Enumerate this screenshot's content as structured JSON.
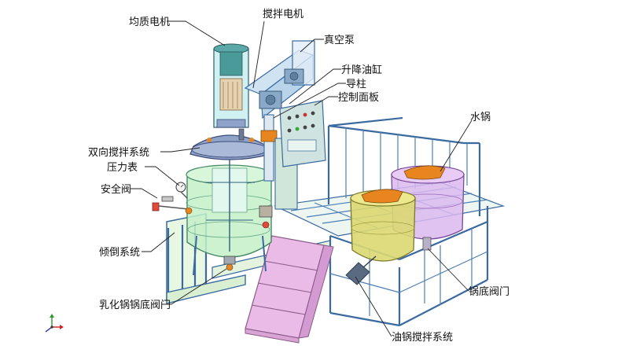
{
  "labels": {
    "homogenizer_motor": "均质电机",
    "stirring_motor": "搅拌电机",
    "vacuum_pump": "真空泵",
    "lift_cylinder": "升降油缸",
    "guide_column": "导柱",
    "control_panel": "控制面板",
    "water_pot": "水锅",
    "bidirectional_stirring": "双向搅拌系统",
    "pressure_gauge": "压力表",
    "safety_valve": "安全阀",
    "tilting_system": "倾倒系统",
    "emulsifying_pot_bottom_valve": "乳化锅锅底阀门",
    "oil_pot_stirring": "油锅搅拌系统",
    "pot_bottom_valve": "锅底阀门"
  },
  "colors": {
    "frame": "#3a6aa0",
    "vessel_green": "#b8eec0",
    "stairs_pink": "#e9b6e6",
    "oil_pot_yellow": "#d9d770",
    "water_pot_purple": "#d7b6ee",
    "orange_part": "#e8851e",
    "motor_teal": "#4a9a9a"
  },
  "axis_icon": "xyz-axis-icon"
}
